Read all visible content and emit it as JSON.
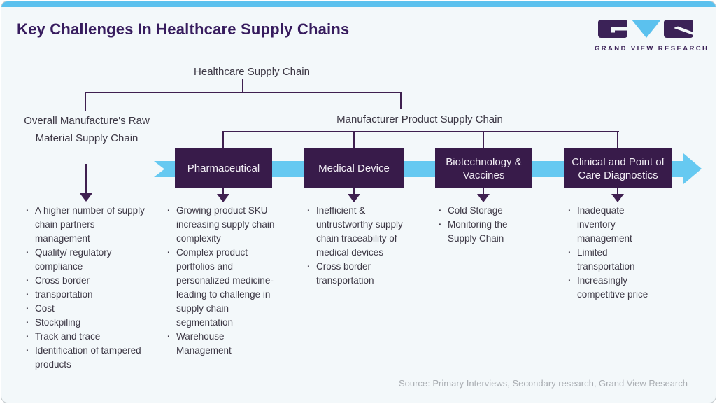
{
  "header": {
    "title": "Key Challenges In Healthcare Supply Chains",
    "logo_brand": "GRAND VIEW RESEARCH"
  },
  "tree": {
    "root_label": "Healthcare Supply Chain",
    "left_branch": {
      "label": "Overall Manufacture's Raw Material Supply Chain",
      "items": [
        "A higher number of supply chain partners management",
        "Quality/ regulatory compliance",
        "Cross border",
        "transportation",
        "Cost",
        "Stockpiling",
        "Track and trace",
        "Identification of tampered products"
      ]
    },
    "right_branch": {
      "label": "Manufacturer Product Supply Chain",
      "categories": [
        {
          "label": "Pharmaceutical",
          "items": [
            "Growing product SKU increasing supply chain complexity",
            "Complex product portfolios and personalized medicine-leading to challenge in supply chain segmentation",
            "Warehouse Management"
          ]
        },
        {
          "label": "Medical Device",
          "items": [
            "Inefficient & untrustworthy supply chain traceability of medical devices",
            "Cross border transportation"
          ]
        },
        {
          "label": "Biotechnology & Vaccines",
          "items": [
            "Cold Storage",
            "Monitoring the Supply Chain"
          ]
        },
        {
          "label": "Clinical and Point of Care Diagnostics",
          "items": [
            "Inadequate inventory management",
            "Limited transportation",
            "Increasingly competitive price"
          ]
        }
      ]
    }
  },
  "footer": {
    "source": "Source: Primary Interviews, Secondary research, Grand View Research"
  },
  "colors": {
    "accent_blue": "#5bc1ee",
    "arrow_band_blue": "#66c9f1",
    "box_purple": "#381b4a",
    "title_purple": "#371c5e",
    "line_purple": "#3f2050",
    "body_text": "#3d3845",
    "source_gray": "#a9adb2",
    "card_background": "#f3f8fa"
  }
}
